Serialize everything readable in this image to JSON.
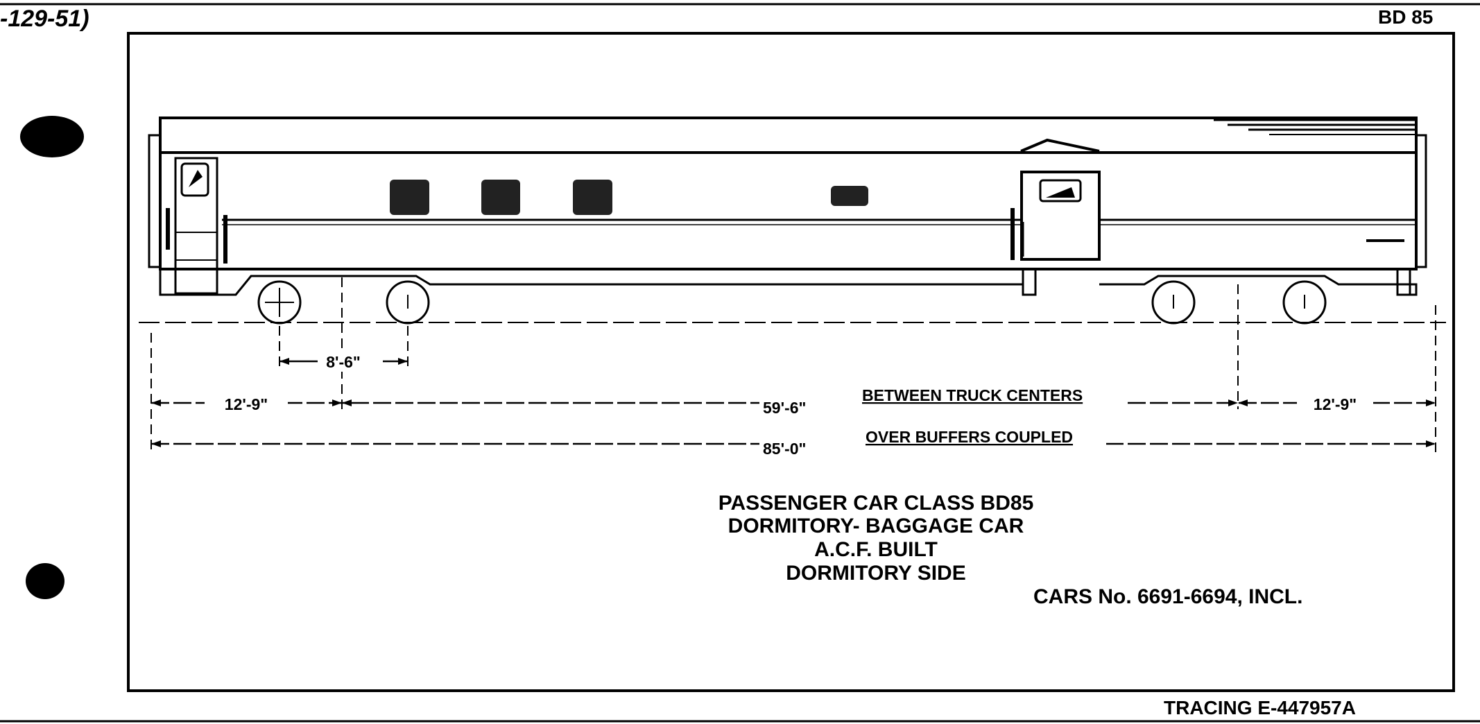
{
  "corner_note": "-129-51)",
  "class_label": "BD 85",
  "dimensions": {
    "truck_wheelbase": "8'-6\"",
    "end_overhang_left": "12'-9\"",
    "truck_centers": "59'-6\"",
    "truck_centers_label": "BETWEEN TRUCK CENTERS",
    "end_overhang_right": "12'-9\"",
    "overall": "85'-0\"",
    "overall_label": "OVER BUFFERS COUPLED"
  },
  "title_block": {
    "line1": "PASSENGER CAR CLASS BD85",
    "line2": "DORMITORY- BAGGAGE CAR",
    "line3": "A.C.F. BUILT",
    "line4": "DORMITORY SIDE",
    "cars": "CARS No. 6691-6694, INCL."
  },
  "tracing": "TRACING E-447957A"
}
